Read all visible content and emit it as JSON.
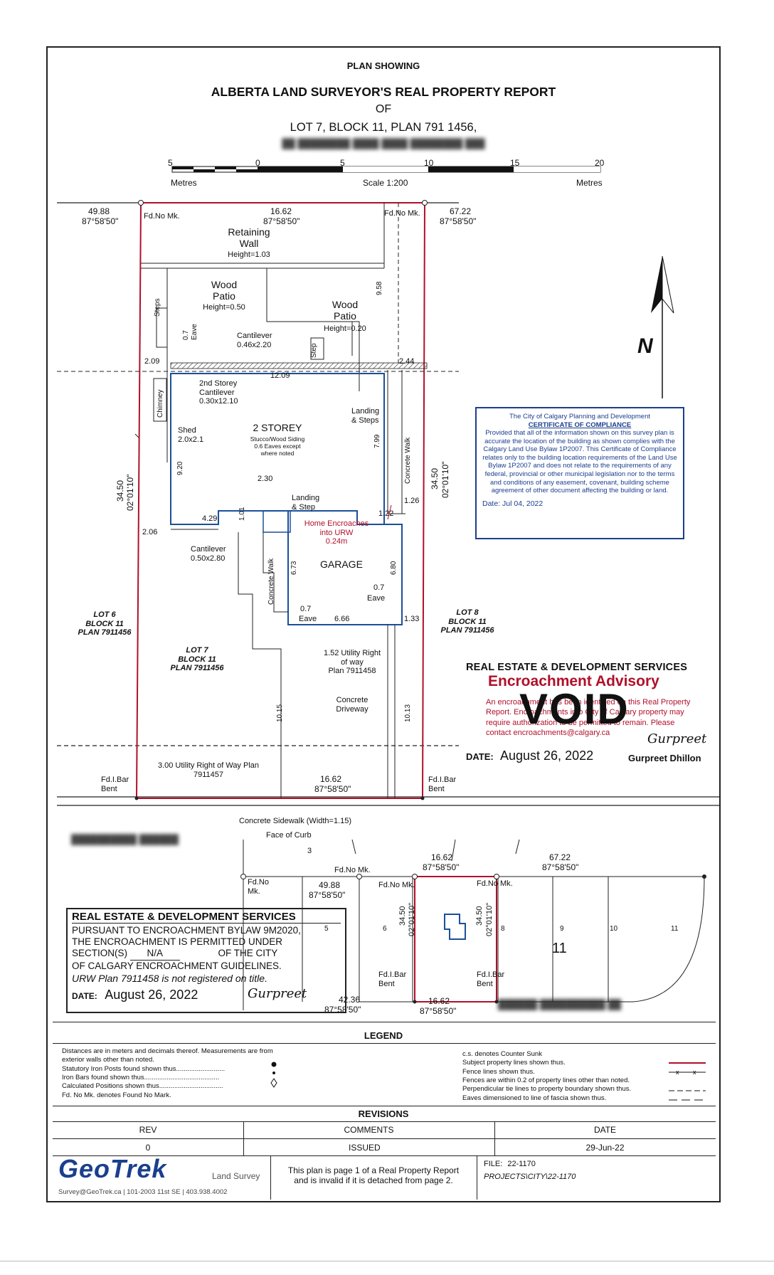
{
  "title": {
    "line1": "PLAN SHOWING",
    "line2": "ALBERTA LAND SURVEYOR'S REAL PROPERTY REPORT",
    "line3": "OF",
    "line4": "LOT 7, BLOCK 11, PLAN 791 1456,",
    "line5_redacted": "██ ████████ ████ ████ ████████ ███"
  },
  "scale": {
    "ticks": [
      "5",
      "0",
      "5",
      "10",
      "15",
      "20"
    ],
    "left_unit": "Metres",
    "center": "Scale 1:200",
    "right_unit": "Metres"
  },
  "site": {
    "top_left_dim": "49.88",
    "top_left_bearing": "87°58'50\"",
    "top_mid_dim": "16.62",
    "top_mid_bearing": "87°58'50\"",
    "top_right_dim": "67.22",
    "top_right_bearing": "87°58'50\"",
    "fd_no_mk": "Fd.No Mk.",
    "retaining_wall": "Retaining\nWall",
    "retaining_height": "Height=1.03",
    "wood_patio": "Wood\nPatio",
    "wood_patio_height1": "Height=0.50",
    "wood_patio_height2": "Height=0.20",
    "steps": "Steps",
    "step": "Step",
    "eave": "Eave",
    "dim_0_7": "0.7",
    "dim_9_58": "9.58",
    "cantilever_top": "Cantilever\n0.46x2.20",
    "dim_2_09": "2.09",
    "dim_2_44": "2.44",
    "dim_12_09": "12.09",
    "chimney": "Chimney",
    "cantilever_2nd": "2nd Storey\nCantilever\n0.30x12.10",
    "shed": "Shed\n2.0x2.1",
    "storey": "2 STOREY",
    "storey_note": "Stucco/Wood Siding\n0.6 Eaves except\nwhere noted",
    "landing_steps": "Landing\n& Steps",
    "dim_7_99": "7.99",
    "concrete_walk": "Concrete Walk",
    "left_dim": "34.50",
    "left_bearing": "02°01'10\"",
    "right_dim": "34.50",
    "right_bearing": "02°01'10\"",
    "dim_9_20": "9.20",
    "dim_2_30": "2.30",
    "landing_step": "Landing\n& Step",
    "dim_1_01": "1.01",
    "dim_4_29": "4.29",
    "dim_2_06": "2.06",
    "dim_1_26": "1.26",
    "dim_1_22": "1.22",
    "encroach": "Home Encroaches\ninto URW\n0.24m",
    "cantilever_bot": "Cantilever\n0.50x2.80",
    "garage": "GARAGE",
    "dim_6_73": "6.73",
    "dim_6_80": "6.80",
    "dim_6_66": "6.66",
    "dim_1_33": "1.33",
    "lot6": "LOT 6\nBLOCK 11\nPLAN 7911456",
    "lot7": "LOT 7\nBLOCK 11\nPLAN 7911456",
    "lot8": "LOT 8\nBLOCK 11\nPLAN 7911456",
    "utility_row": "1.52 Utility Right\nof way\nPlan 7911458",
    "driveway": "Concrete\nDriveway",
    "dim_10_15": "10.15",
    "dim_10_13": "10.13",
    "urw_bottom": "3.00 Utility Right of Way Plan\n7911457",
    "fd_i_bar": "Fd.I.Bar\nBent",
    "bottom_dim": "16.62",
    "bottom_bearing": "87°58'50\"",
    "sidewalk": "Concrete Sidewalk (Width=1.15)",
    "curb": "Face of Curb",
    "north": "N"
  },
  "certificate": {
    "org": "The City of Calgary Planning and Development",
    "heading": "CERTIFICATE OF COMPLIANCE",
    "body": "Provided that all of the information shown on this survey plan is accurate the location of the building as shown complies with the Calgary Land Use Bylaw 1P2007. This Certificate of Compliance relates only to the building location requirements of the Land Use Bylaw 1P2007 and does not relate to the requirements of any federal, provincial or other municipal legislation nor to the terms and conditions of any easement, covenant, building scheme agreement of other document affecting the building or land.",
    "date": "Date: Jul 04, 2022"
  },
  "stamp": {
    "header": "REAL ESTATE & DEVELOPMENT SERVICES",
    "title": "Encroachment Advisory",
    "body": "An encroachment has been identified on this Real Property Report. Encroachments into City of Calgary property may require authorization to be permitted to remain. Please contact encroachments@calgary.ca",
    "void": "VOID",
    "date_label": "DATE:",
    "date": "August 26, 2022",
    "signer": "Gurpreet Dhillon",
    "signature": "Gurpreet"
  },
  "key_plan": {
    "street_redacted": "██████████ ██████",
    "street_redacted2": "██████ ██████████ ██",
    "block": "3",
    "dim_top": "16.62",
    "bearing_top": "87°58'50\"",
    "dim_right": "67.22",
    "bearing_right": "87°58'50\"",
    "dim_left": "49.88",
    "bearing_left": "87°58'50\"",
    "dim_bot_left": "42.36",
    "bearing_bot_left": "87°58'50\"",
    "dim_bot": "16.62",
    "bearing_bot": "87°58'50\"",
    "fd_no_mk": "Fd.No Mk.",
    "fd_no_mk_left": "Fd.No\nMk.",
    "fd_i_bar": "Fd.I.Bar\nBent",
    "side_dim": "34.50",
    "side_bearing": "02°01'10\"",
    "lots": [
      "5",
      "6",
      "8",
      "9",
      "10",
      "11"
    ],
    "block_num": "11"
  },
  "reds": {
    "header": "REAL ESTATE & DEVELOPMENT SERVICES",
    "line1": "PURSUANT TO ENCROACHMENT BYLAW 9M2020,",
    "line2": "THE ENCROACHMENT IS PERMITTED UNDER",
    "line3a": "SECTION(S)",
    "line3b": "N/A",
    "line3c": "OF THE CITY",
    "line4": "OF CALGARY ENCROACHMENT GUIDELINES.",
    "line5": "URW Plan 7911458 is not registered on title.",
    "date_label": "DATE:",
    "date": "August 26, 2022",
    "signature": "Gurpreet"
  },
  "legend": {
    "title": "LEGEND",
    "left": [
      "Distances are in meters and decimals thereof. Measurements are from",
      "exterior walls other than noted.",
      "Statutory Iron Posts found shown thus..........................",
      "Iron Bars found shown thus........................................",
      "Calculated Positions shown thus..................................",
      "Fd. No Mk. denotes Found No Mark."
    ],
    "right": [
      "c.s. denotes Counter Sunk",
      "Subject property lines shown thus.",
      "Fence lines shown thus.",
      "Fences are within 0.2 of property lines other than noted.",
      "Perpendicular tie lines to property boundary shown thus.",
      "Eaves dimensioned to line of fascia shown thus."
    ]
  },
  "revisions": {
    "title": "REVISIONS",
    "headers": [
      "REV",
      "COMMENTS",
      "DATE"
    ],
    "rows": [
      [
        "0",
        "ISSUED",
        "29-Jun-22"
      ]
    ]
  },
  "footer": {
    "logo": "GeoTrek",
    "logo_sub": "Land Survey",
    "contact": "Survey@GeoTrek.ca | 101-2003 11st SE | 403.938.4002",
    "notice": "This plan is page 1 of a Real Property Report\nand is invalid if it is detached from page 2.",
    "file_label": "FILE:",
    "file": "22-1170",
    "path": "PROJECTS\\CITY\\22-1170"
  },
  "colors": {
    "property_line": "#b0102a",
    "building": "#1b4f9a",
    "certificate": "#1b3f8e",
    "stamp": "#b0102a",
    "logo": "#1b3f8e"
  }
}
